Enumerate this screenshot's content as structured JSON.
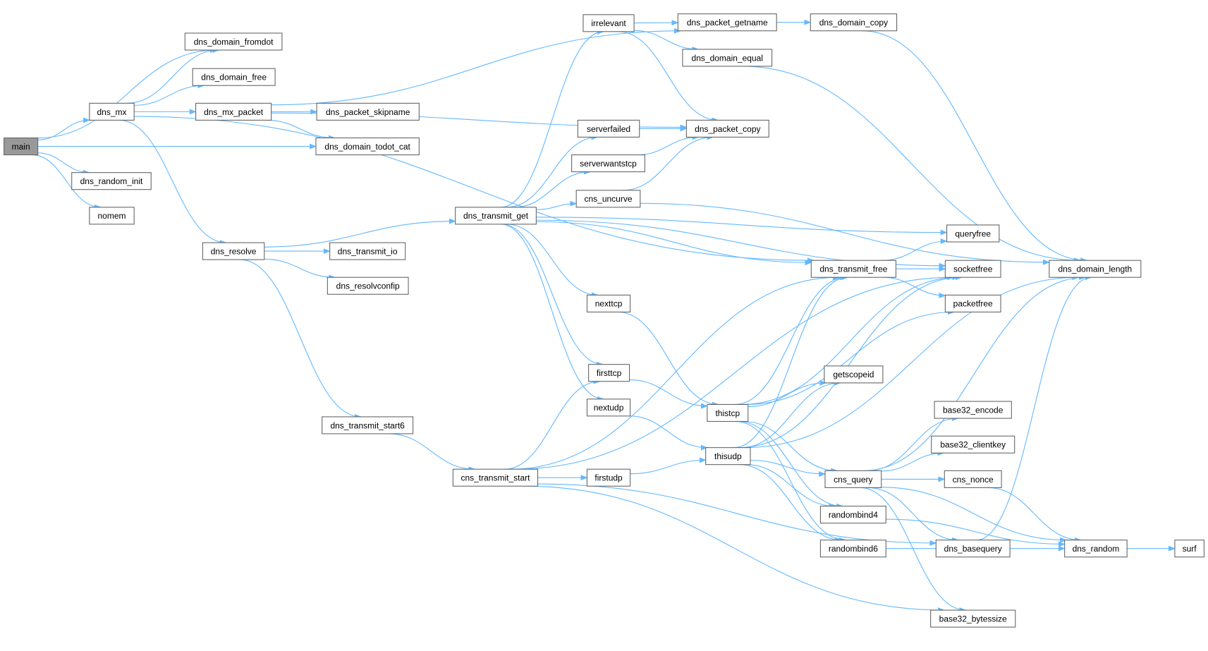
{
  "graph": {
    "type": "call-graph",
    "root": "main",
    "edge_color": "#63b8ff",
    "root_fill": "#999999"
  },
  "nodes": [
    {
      "id": "main",
      "label": "main"
    },
    {
      "id": "dns_domain_fromdot",
      "label": "dns_domain_fromdot"
    },
    {
      "id": "dns_domain_free",
      "label": "dns_domain_free"
    },
    {
      "id": "dns_mx",
      "label": "dns_mx"
    },
    {
      "id": "dns_mx_packet",
      "label": "dns_mx_packet"
    },
    {
      "id": "dns_packet_skipname",
      "label": "dns_packet_skipname"
    },
    {
      "id": "dns_domain_todot_cat",
      "label": "dns_domain_todot_cat"
    },
    {
      "id": "dns_random_init",
      "label": "dns_random_init"
    },
    {
      "id": "nomem",
      "label": "nomem"
    },
    {
      "id": "dns_resolve",
      "label": "dns_resolve"
    },
    {
      "id": "dns_transmit_io",
      "label": "dns_transmit_io"
    },
    {
      "id": "dns_resolvconfip",
      "label": "dns_resolvconfip"
    },
    {
      "id": "dns_transmit_start6",
      "label": "dns_transmit_start6"
    },
    {
      "id": "cns_transmit_start",
      "label": "cns_transmit_start"
    },
    {
      "id": "dns_transmit_get",
      "label": "dns_transmit_get"
    },
    {
      "id": "irrelevant",
      "label": "irrelevant"
    },
    {
      "id": "dns_packet_getname",
      "label": "dns_packet_getname"
    },
    {
      "id": "dns_domain_copy",
      "label": "dns_domain_copy"
    },
    {
      "id": "dns_domain_equal",
      "label": "dns_domain_equal"
    },
    {
      "id": "serverfailed",
      "label": "serverfailed"
    },
    {
      "id": "dns_packet_copy",
      "label": "dns_packet_copy"
    },
    {
      "id": "serverwantstcp",
      "label": "serverwantstcp"
    },
    {
      "id": "cns_uncurve",
      "label": "cns_uncurve"
    },
    {
      "id": "nexttcp",
      "label": "nexttcp"
    },
    {
      "id": "firsttcp",
      "label": "firsttcp"
    },
    {
      "id": "nextudp",
      "label": "nextudp"
    },
    {
      "id": "firstudp",
      "label": "firstudp"
    },
    {
      "id": "thistcp",
      "label": "thistcp"
    },
    {
      "id": "thisudp",
      "label": "thisudp"
    },
    {
      "id": "getscopeid",
      "label": "getscopeid"
    },
    {
      "id": "dns_transmit_free",
      "label": "dns_transmit_free"
    },
    {
      "id": "queryfree",
      "label": "queryfree"
    },
    {
      "id": "socketfree",
      "label": "socketfree"
    },
    {
      "id": "packetfree",
      "label": "packetfree"
    },
    {
      "id": "dns_domain_length",
      "label": "dns_domain_length"
    },
    {
      "id": "base32_encode",
      "label": "base32_encode"
    },
    {
      "id": "base32_clientkey",
      "label": "base32_clientkey"
    },
    {
      "id": "cns_query",
      "label": "cns_query"
    },
    {
      "id": "cns_nonce",
      "label": "cns_nonce"
    },
    {
      "id": "randombind4",
      "label": "randombind4"
    },
    {
      "id": "randombind6",
      "label": "randombind6"
    },
    {
      "id": "dns_basequery",
      "label": "dns_basequery"
    },
    {
      "id": "base32_bytessize",
      "label": "base32_bytessize"
    },
    {
      "id": "dns_random",
      "label": "dns_random"
    },
    {
      "id": "surf",
      "label": "surf"
    }
  ],
  "edges": [
    [
      "main",
      "dns_domain_fromdot"
    ],
    [
      "main",
      "dns_mx"
    ],
    [
      "main",
      "dns_domain_todot_cat"
    ],
    [
      "main",
      "dns_random_init"
    ],
    [
      "main",
      "nomem"
    ],
    [
      "dns_mx",
      "dns_domain_fromdot"
    ],
    [
      "dns_mx",
      "dns_domain_free"
    ],
    [
      "dns_mx",
      "dns_mx_packet"
    ],
    [
      "dns_mx",
      "dns_resolve"
    ],
    [
      "dns_mx",
      "dns_transmit_free"
    ],
    [
      "dns_mx_packet",
      "dns_packet_getname"
    ],
    [
      "dns_mx_packet",
      "dns_packet_copy"
    ],
    [
      "dns_mx_packet",
      "dns_packet_skipname"
    ],
    [
      "dns_mx_packet",
      "dns_domain_todot_cat"
    ],
    [
      "dns_resolve",
      "dns_transmit_get"
    ],
    [
      "dns_resolve",
      "dns_transmit_io"
    ],
    [
      "dns_resolve",
      "dns_resolvconfip"
    ],
    [
      "dns_resolve",
      "dns_transmit_start6"
    ],
    [
      "dns_transmit_start6",
      "cns_transmit_start"
    ],
    [
      "dns_transmit_get",
      "irrelevant"
    ],
    [
      "dns_transmit_get",
      "queryfree"
    ],
    [
      "dns_transmit_get",
      "serverfailed"
    ],
    [
      "dns_transmit_get",
      "serverwantstcp"
    ],
    [
      "dns_transmit_get",
      "cns_uncurve"
    ],
    [
      "dns_transmit_get",
      "socketfree"
    ],
    [
      "dns_transmit_get",
      "dns_transmit_free"
    ],
    [
      "dns_transmit_get",
      "nexttcp"
    ],
    [
      "dns_transmit_get",
      "firsttcp"
    ],
    [
      "dns_transmit_get",
      "nextudp"
    ],
    [
      "irrelevant",
      "dns_packet_getname"
    ],
    [
      "irrelevant",
      "dns_domain_equal"
    ],
    [
      "irrelevant",
      "dns_packet_copy"
    ],
    [
      "dns_packet_getname",
      "dns_domain_copy"
    ],
    [
      "dns_domain_copy",
      "dns_domain_length"
    ],
    [
      "dns_domain_equal",
      "dns_domain_length"
    ],
    [
      "serverfailed",
      "dns_packet_copy"
    ],
    [
      "serverwantstcp",
      "dns_packet_copy"
    ],
    [
      "cns_uncurve",
      "dns_packet_copy"
    ],
    [
      "cns_uncurve",
      "dns_domain_length"
    ],
    [
      "dns_transmit_free",
      "queryfree"
    ],
    [
      "dns_transmit_free",
      "socketfree"
    ],
    [
      "dns_transmit_free",
      "packetfree"
    ],
    [
      "nexttcp",
      "thistcp"
    ],
    [
      "firsttcp",
      "thistcp"
    ],
    [
      "nextudp",
      "thisudp"
    ],
    [
      "firstudp",
      "thisudp"
    ],
    [
      "cns_transmit_start",
      "firsttcp"
    ],
    [
      "cns_transmit_start",
      "firstudp"
    ],
    [
      "cns_transmit_start",
      "dns_transmit_free"
    ],
    [
      "cns_transmit_start",
      "socketfree"
    ],
    [
      "cns_transmit_start",
      "dns_basequery"
    ],
    [
      "cns_transmit_start",
      "base32_bytessize"
    ],
    [
      "thistcp",
      "dns_transmit_free"
    ],
    [
      "thistcp",
      "socketfree"
    ],
    [
      "thistcp",
      "packetfree"
    ],
    [
      "thistcp",
      "getscopeid"
    ],
    [
      "thistcp",
      "cns_query"
    ],
    [
      "thistcp",
      "randombind4"
    ],
    [
      "thistcp",
      "randombind6"
    ],
    [
      "thisudp",
      "dns_transmit_free"
    ],
    [
      "thisudp",
      "socketfree"
    ],
    [
      "thisudp",
      "getscopeid"
    ],
    [
      "thisudp",
      "dns_domain_length"
    ],
    [
      "thisudp",
      "cns_query"
    ],
    [
      "thisudp",
      "randombind4"
    ],
    [
      "thisudp",
      "randombind6"
    ],
    [
      "cns_query",
      "base32_encode"
    ],
    [
      "cns_query",
      "base32_clientkey"
    ],
    [
      "cns_query",
      "cns_nonce"
    ],
    [
      "cns_query",
      "dns_domain_length"
    ],
    [
      "cns_query",
      "dns_random"
    ],
    [
      "cns_query",
      "dns_basequery"
    ],
    [
      "cns_query",
      "base32_bytessize"
    ],
    [
      "cns_nonce",
      "dns_random"
    ],
    [
      "dns_basequery",
      "dns_domain_length"
    ],
    [
      "randombind4",
      "dns_random"
    ],
    [
      "randombind6",
      "dns_random"
    ],
    [
      "dns_random",
      "surf"
    ]
  ]
}
